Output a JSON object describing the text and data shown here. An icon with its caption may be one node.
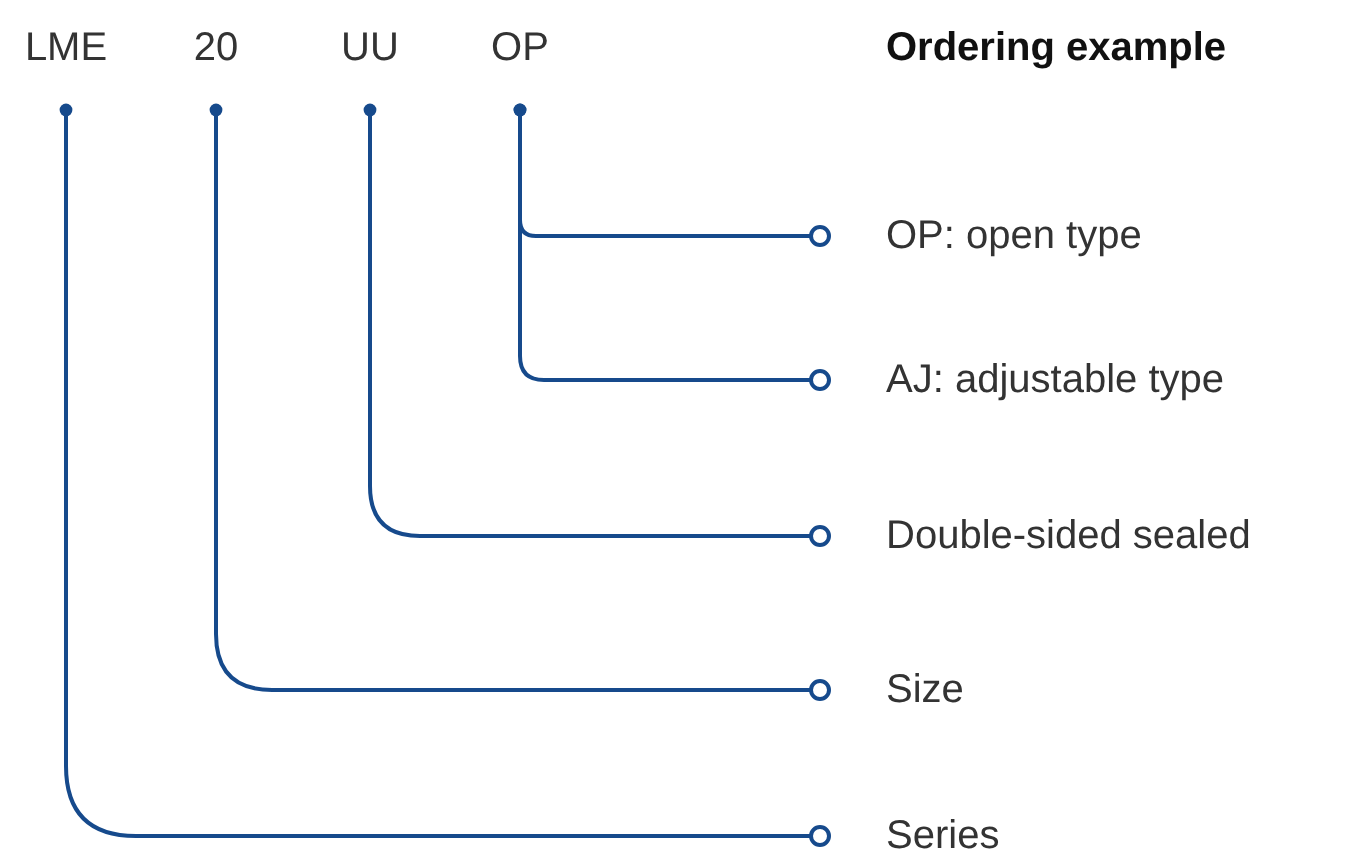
{
  "diagram": {
    "title": "Ordering example",
    "nodes": [
      {
        "text": [
          "LME"
        ]
      },
      {
        "text": [
          "20"
        ]
      },
      {
        "text": [
          "UU"
        ]
      },
      {
        "text": [
          "OP"
        ]
      },
      {
        "text": [
          "OP: open type"
        ]
      },
      {
        "text": [
          "AJ: adjustable type"
        ]
      },
      {
        "text": [
          "Double-sided sealed"
        ]
      },
      {
        "text": [
          "Size"
        ]
      },
      {
        "text": [
          "Series"
        ]
      }
    ],
    "edges": [
      {
        "from": 3,
        "to": 4,
        "arrow": "other"
      },
      {
        "from": 3,
        "to": 5,
        "arrow": "other"
      },
      {
        "from": 2,
        "to": 6,
        "arrow": "other"
      },
      {
        "from": 1,
        "to": 7,
        "arrow": "other"
      },
      {
        "from": 0,
        "to": 8,
        "arrow": "other"
      }
    ]
  }
}
